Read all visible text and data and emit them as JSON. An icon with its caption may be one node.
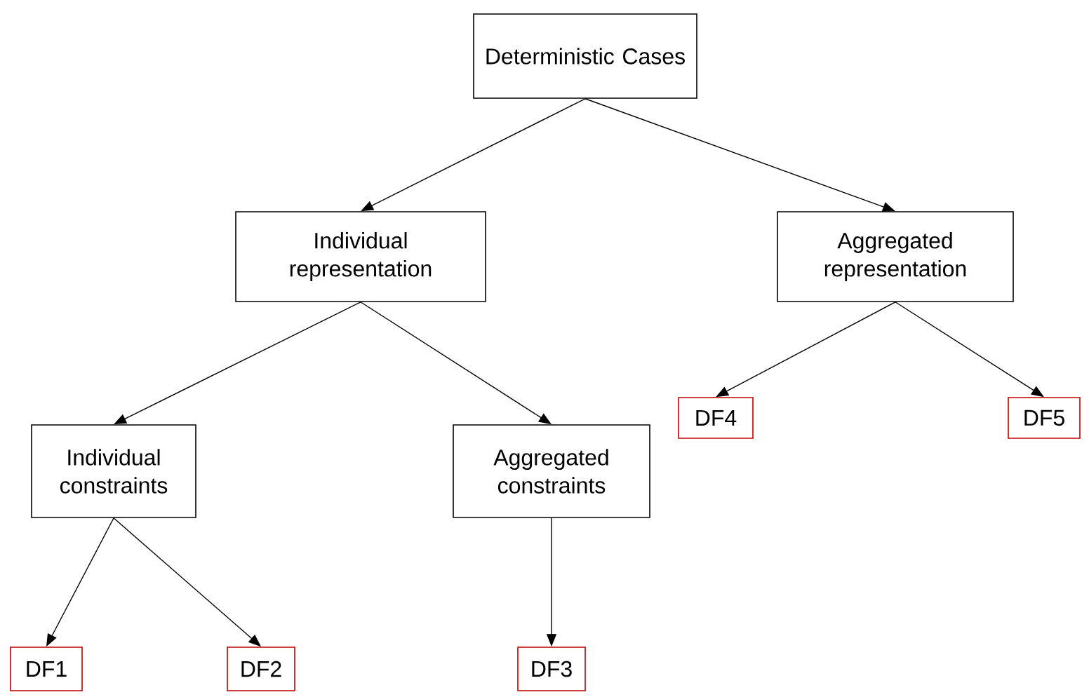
{
  "diagram": {
    "nodes": [
      {
        "text": [
          "Deterministic Cases"
        ]
      },
      {
        "text": [
          "Individual representation"
        ]
      },
      {
        "text": [
          "Aggregated representation"
        ]
      },
      {
        "text": [
          "Individual constraints"
        ]
      },
      {
        "text": [
          "Aggregated constraints"
        ]
      },
      {
        "text": [
          "DF1"
        ]
      },
      {
        "text": [
          "DF2"
        ]
      },
      {
        "text": [
          "DF3"
        ]
      },
      {
        "text": [
          "DF4"
        ]
      },
      {
        "text": [
          "DF5"
        ]
      }
    ],
    "edges": [
      {
        "from": 0,
        "to": 1,
        "arrow": "to"
      },
      {
        "from": 0,
        "to": 2,
        "arrow": "to"
      },
      {
        "from": 1,
        "to": 3,
        "arrow": "to"
      },
      {
        "from": 1,
        "to": 4,
        "arrow": "to"
      },
      {
        "from": 2,
        "to": 8,
        "arrow": "to"
      },
      {
        "from": 2,
        "to": 9,
        "arrow": "to"
      },
      {
        "from": 3,
        "to": 5,
        "arrow": "to"
      },
      {
        "from": 3,
        "to": 6,
        "arrow": "to"
      },
      {
        "from": 4,
        "to": 7,
        "arrow": "to"
      }
    ]
  }
}
